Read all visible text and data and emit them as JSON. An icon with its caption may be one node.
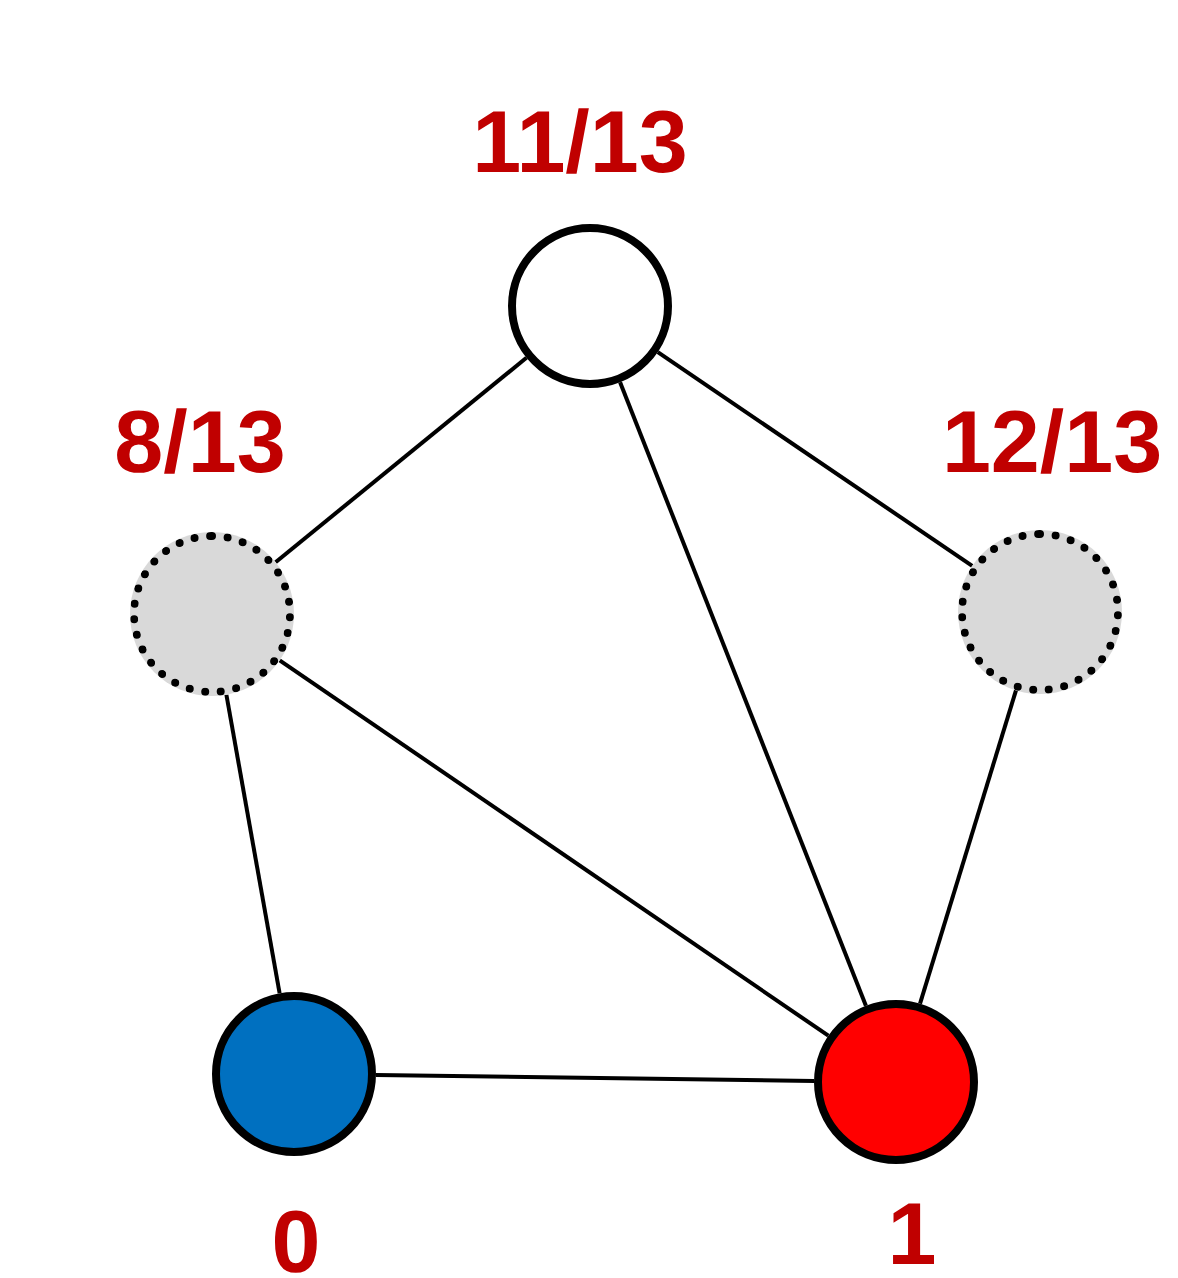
{
  "diagram": {
    "nodes": [
      {
        "text": [],
        "shape": "circle",
        "beside": [
          "11/13"
        ]
      },
      {
        "text": [],
        "shape": "circle",
        "beside": [
          "8/13"
        ]
      },
      {
        "text": [],
        "shape": "circle",
        "beside": [
          "12/13"
        ]
      },
      {
        "text": [],
        "shape": "circle",
        "beside": [
          "0"
        ]
      },
      {
        "text": [],
        "shape": "circle",
        "beside": [
          "1"
        ]
      }
    ],
    "edges": [
      {
        "from": 0,
        "to": 1,
        "arrow": "none"
      },
      {
        "from": 0,
        "to": 4,
        "arrow": "none"
      },
      {
        "from": 0,
        "to": 2,
        "arrow": "none"
      },
      {
        "from": 1,
        "to": 3,
        "arrow": "none"
      },
      {
        "from": 1,
        "to": 4,
        "arrow": "none"
      },
      {
        "from": 2,
        "to": 4,
        "arrow": "none"
      },
      {
        "from": 3,
        "to": 4,
        "arrow": "none"
      }
    ]
  }
}
